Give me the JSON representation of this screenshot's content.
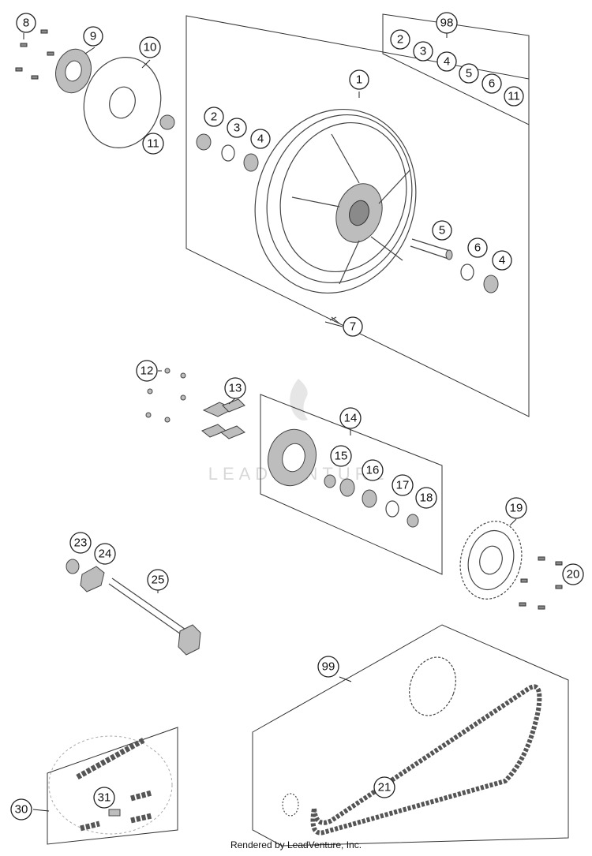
{
  "watermark": "LEADVENTURE",
  "footer": "Rendered by LeadVenture, Inc.",
  "callouts": {
    "c8": "8",
    "c9": "9",
    "c10": "10",
    "c11a": "11",
    "c98": "98",
    "c98_2": "2",
    "c98_3": "3",
    "c98_4": "4",
    "c98_5": "5",
    "c98_6": "6",
    "c98_11": "11",
    "c1": "1",
    "c2": "2",
    "c3": "3",
    "c4a": "4",
    "c5": "5",
    "c6": "6",
    "c4b": "4",
    "c7": "7",
    "c12": "12",
    "c13": "13",
    "c14": "14",
    "c15": "15",
    "c16": "16",
    "c17": "17",
    "c18": "18",
    "c19": "19",
    "c20": "20",
    "c23": "23",
    "c24": "24",
    "c25": "25",
    "c99": "99",
    "c21": "21",
    "c30": "30",
    "c31": "31"
  }
}
